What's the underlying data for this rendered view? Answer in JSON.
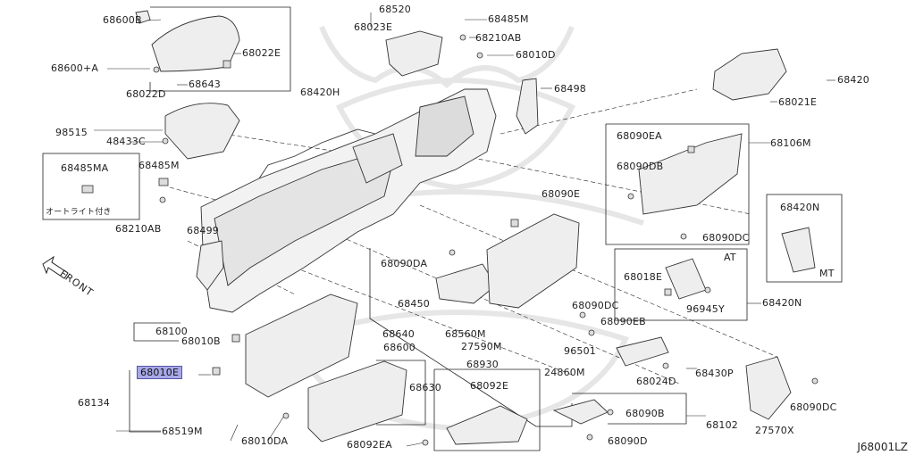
{
  "diagram": {
    "code": "J68001LZ",
    "front_label": "FRONT",
    "box_texts": {
      "at": "AT",
      "mt": "MT",
      "auto_light_note": "オートライト付き"
    },
    "colors": {
      "line": "#222222",
      "part": "#444444",
      "selected_bg": "#a8a8e8",
      "watermark": "#e8e8e8"
    },
    "labels": {
      "p68600B": "68600B",
      "p68600A": "68600+A",
      "p68022E": "68022E",
      "p68022D": "68022D",
      "p68643": "68643",
      "p68520": "68520",
      "p68023E": "68023E",
      "p68485M_top": "68485M",
      "p68210AB_top": "68210AB",
      "p68010D": "68010D",
      "p68420H": "68420H",
      "p68498": "68498",
      "p68420": "68420",
      "p68021E": "68021E",
      "p98515": "98515",
      "p48433C": "48433C",
      "p68485MA": "68485MA",
      "p68485M_left": "68485M",
      "p68210AB_left": "68210AB",
      "p68499": "68499",
      "p68106M": "68106M",
      "p68090EA": "68090EA",
      "p68090DB": "68090DB",
      "p68090E": "68090E",
      "p68090DC_mid": "68090DC",
      "p68420N_box": "68420N",
      "p68420N": "68420N",
      "p68090DA": "68090DA",
      "p68018E": "68018E",
      "p96945Y": "96945Y",
      "p68450": "68450",
      "p68090DC_low": "68090DC",
      "p68090EB": "68090EB",
      "p68560M": "68560M",
      "p27590M": "27590M",
      "p96501": "96501",
      "p68100": "68100",
      "p68010B": "68010B",
      "p68640": "68640",
      "p68600": "68600",
      "p68630": "68630",
      "p68010E": "68010E",
      "p68134": "68134",
      "p68930": "68930",
      "p68092E": "68092E",
      "p24860M": "24860M",
      "p68024D": "68024D",
      "p68430P": "68430P",
      "p68090DC_right": "68090DC",
      "p68090B": "68090B",
      "p68102": "68102",
      "p68090D": "68090D",
      "p27570X": "27570X",
      "p68519M": "68519M",
      "p68010DA": "68010DA",
      "p68092EA": "68092EA"
    }
  }
}
